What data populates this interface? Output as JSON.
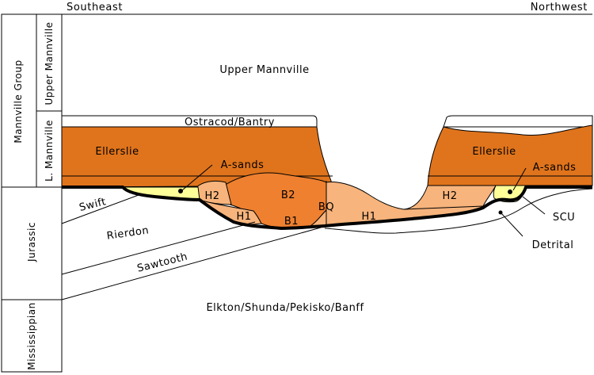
{
  "header": {
    "left": "Southeast",
    "right": "Northwest"
  },
  "column": {
    "mannville_group": "Mannville Group",
    "upper_mannville": "Upper Mannville",
    "lower_mannville": "L. Mannville",
    "jurassic": "Jurassic",
    "mississippian": "Mississippian"
  },
  "units": {
    "upper_mannville": "Upper Mannville",
    "ostracod": "Ostracod/Bantry",
    "ellerslie_left": "Ellerslie",
    "ellerslie_right": "Ellerslie",
    "a_sands_left": "A-sands",
    "a_sands_right": "A-sands",
    "h2_left": "H2",
    "h2_right": "H2",
    "b2": "B2",
    "bq": "BQ",
    "h1_left": "H1",
    "h1_right": "H1",
    "b1": "B1",
    "swift": "Swift",
    "rierdon": "Rierdon",
    "sawtooth": "Sawtooth",
    "scu": "SCU",
    "detrital": "Detrital",
    "elkton": "Elkton/Shunda/Pekisko/Banff"
  },
  "colors": {
    "ellerslie": "#e0741c",
    "b_fill": "#ee8030",
    "h_fill": "#f7b47c",
    "a_sands": "#ffff99",
    "outline": "#000000"
  }
}
